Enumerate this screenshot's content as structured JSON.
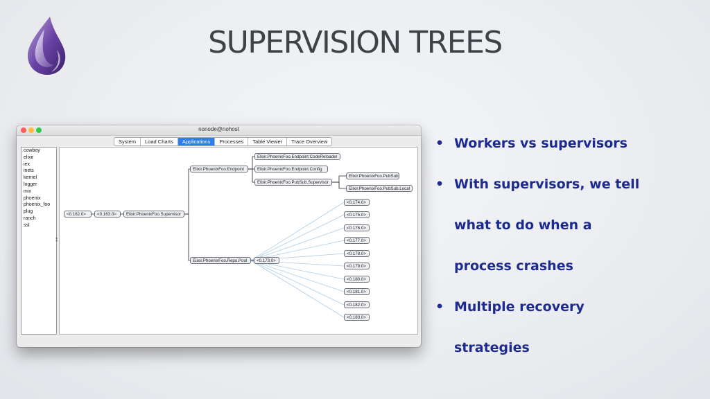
{
  "slide": {
    "title": "SUPERVISION TREES",
    "bullets": [
      {
        "text": "Workers vs supervisors",
        "marker": true
      },
      {
        "text": "With supervisors, we tell",
        "marker": true
      },
      {
        "text": "what to do when a",
        "marker": false
      },
      {
        "text": "process crashes",
        "marker": false
      },
      {
        "text": "Multiple recovery",
        "marker": true
      },
      {
        "text": "strategies",
        "marker": false
      }
    ]
  },
  "logo": {
    "icon": "elixir-drop-icon",
    "colors": [
      "#4e2a84",
      "#8c6bc3",
      "#d8cdea"
    ]
  },
  "window": {
    "title": "nonode@nohost",
    "tabs": [
      "System",
      "Load Charts",
      "Applications",
      "Processes",
      "Table Viewer",
      "Trace Overview"
    ],
    "active_tab": "Applications",
    "accent": "#2c7ef0",
    "applications": [
      "cowboy",
      "elixir",
      "iex",
      "inets",
      "kernel",
      "logger",
      "mix",
      "phoenix",
      "phoenix_foo",
      "plug",
      "ranch",
      "ssl"
    ],
    "splitter_label": "⁑"
  },
  "tree": {
    "nodes": [
      {
        "id": "p162",
        "label": "<0.162.0>"
      },
      {
        "id": "p163",
        "label": "<0.163.0>"
      },
      {
        "id": "sup",
        "label": "Elixir.PhoenixFoo.Supervisor"
      },
      {
        "id": "endpoint",
        "label": "Elixir.PhoenixFoo.Endpoint"
      },
      {
        "id": "reloader",
        "label": "Elixir.PhoenixFoo.Endpoint.CodeReloader"
      },
      {
        "id": "config",
        "label": "Elixir.PhoenixFoo.Endpoint.Config"
      },
      {
        "id": "pubsubsup",
        "label": "Elixir.PhoenixFoo.PubSub.Supervisor"
      },
      {
        "id": "pubsub",
        "label": "Elixir.PhoenixFoo.PubSub"
      },
      {
        "id": "pubsublocal",
        "label": "Elixir.PhoenixFoo.PubSub.Local"
      },
      {
        "id": "repopool",
        "label": "Elixir.PhoenixFoo.Repo.Pool"
      },
      {
        "id": "p173",
        "label": "<0.173.0>"
      },
      {
        "id": "w174",
        "label": "<0.174.0>"
      },
      {
        "id": "w175",
        "label": "<0.175.0>"
      },
      {
        "id": "w176",
        "label": "<0.176.0>"
      },
      {
        "id": "w177",
        "label": "<0.177.0>"
      },
      {
        "id": "w178",
        "label": "<0.178.0>"
      },
      {
        "id": "w179",
        "label": "<0.179.0>"
      },
      {
        "id": "w180",
        "label": "<0.180.0>"
      },
      {
        "id": "w181",
        "label": "<0.181.0>"
      },
      {
        "id": "w182",
        "label": "<0.182.0>"
      },
      {
        "id": "w183",
        "label": "<0.183.0>"
      }
    ],
    "links": [
      [
        "p162",
        "p163"
      ],
      [
        "p163",
        "sup"
      ],
      [
        "sup",
        "endpoint"
      ],
      [
        "sup",
        "repopool"
      ],
      [
        "endpoint",
        "reloader"
      ],
      [
        "endpoint",
        "config"
      ],
      [
        "endpoint",
        "pubsubsup"
      ],
      [
        "pubsubsup",
        "pubsub"
      ],
      [
        "pubsubsup",
        "pubsublocal"
      ],
      [
        "repopool",
        "p173"
      ]
    ],
    "worker_links": [
      [
        "repopool",
        "w174"
      ],
      [
        "repopool",
        "w175"
      ],
      [
        "repopool",
        "w176"
      ],
      [
        "repopool",
        "w177"
      ],
      [
        "repopool",
        "w178"
      ],
      [
        "repopool",
        "w179"
      ],
      [
        "repopool",
        "w180"
      ],
      [
        "repopool",
        "w181"
      ],
      [
        "repopool",
        "w182"
      ],
      [
        "repopool",
        "w183"
      ]
    ],
    "link_color": "#222222",
    "worker_link_color": "#a9cdea"
  }
}
